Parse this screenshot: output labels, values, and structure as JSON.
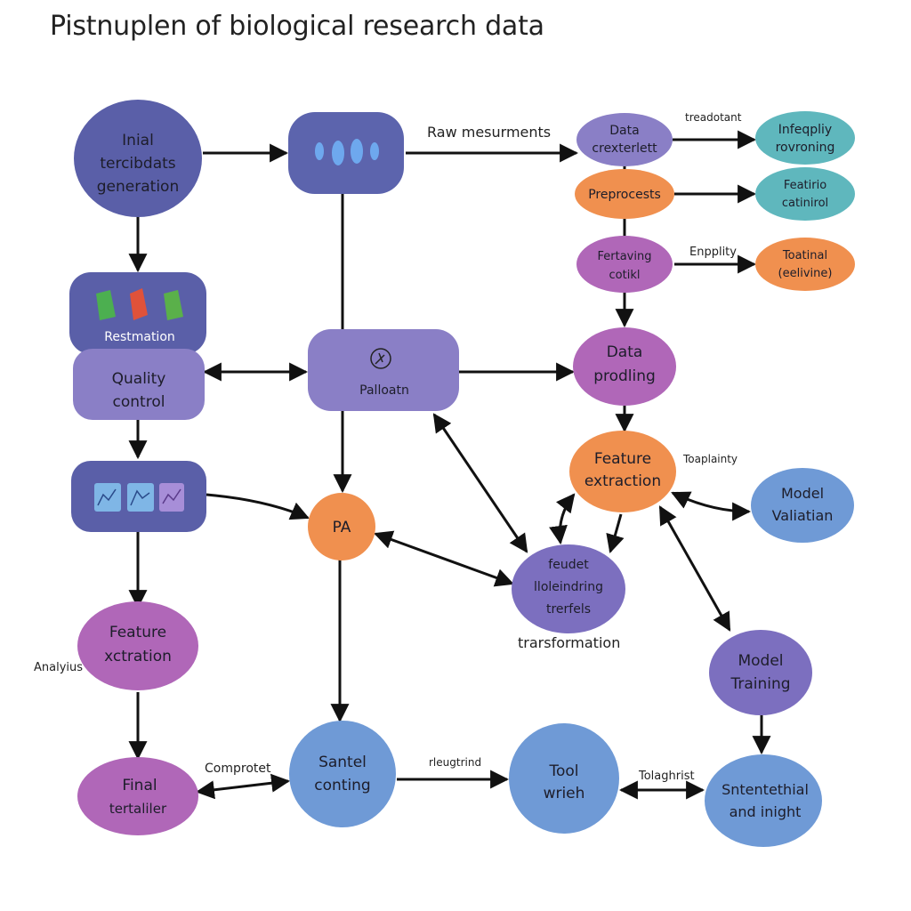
{
  "title": "Pistnuplen of biological research data",
  "colors": {
    "indigo": "#5a5fa8",
    "slate_blue": "#5c64ad",
    "lavender": "#8a7fc6",
    "violet": "#7c6fbf",
    "orchid": "#b067b8",
    "orange": "#f0904f",
    "teal": "#5fb7bd",
    "sky": "#6f9ad6",
    "edge": "#111111"
  },
  "nodes": {
    "initial": [
      "Inial",
      "tercibdats",
      "generation"
    ],
    "icon_box": [],
    "data_crexter": [
      "Data",
      "crexterlett"
    ],
    "infoply": [
      "Infeqpliy",
      "rovroning"
    ],
    "preprocests": [
      "Preprocests"
    ],
    "feature_control": [
      "Featirio",
      "catinirol"
    ],
    "fertaving": [
      "Fertaving",
      "cotikl"
    ],
    "toatinal": [
      "Toatinal",
      "(eelivine)"
    ],
    "restmation": [
      "Restmation"
    ],
    "quality": [
      "Quality",
      "control"
    ],
    "palloatn": [
      "Palloatn"
    ],
    "data_prodling": [
      "Data",
      "prodling"
    ],
    "feature_extraction_orange": [
      "Feature",
      "extraction"
    ],
    "model_validation": [
      "Model",
      "Valiatian"
    ],
    "charts_box": [],
    "pa": [
      "PA"
    ],
    "feudet": [
      "feudet",
      "lloleindring",
      "trerfels"
    ],
    "feature_extraction_purple": [
      "Feature",
      "xctration"
    ],
    "model_training": [
      "Model",
      "Training"
    ],
    "final": [
      "Final",
      "tertaliler"
    ],
    "santel": [
      "Santel",
      "conting"
    ],
    "tool": [
      "Tool",
      "wrieh"
    ],
    "sntentethial": [
      "Sntentethial",
      "and inight"
    ]
  },
  "edge_labels": {
    "raw": "Raw mesurments",
    "treadotant": "treadotant",
    "enpplity": "Enpplity",
    "toaplainty": "Toaplainty",
    "transformation": "trarsformation",
    "analyius": "Analyius",
    "comprotet": "Comprotet",
    "rleugtrind": "rleugtrind",
    "tolaghrist": "Tolaghrist"
  }
}
